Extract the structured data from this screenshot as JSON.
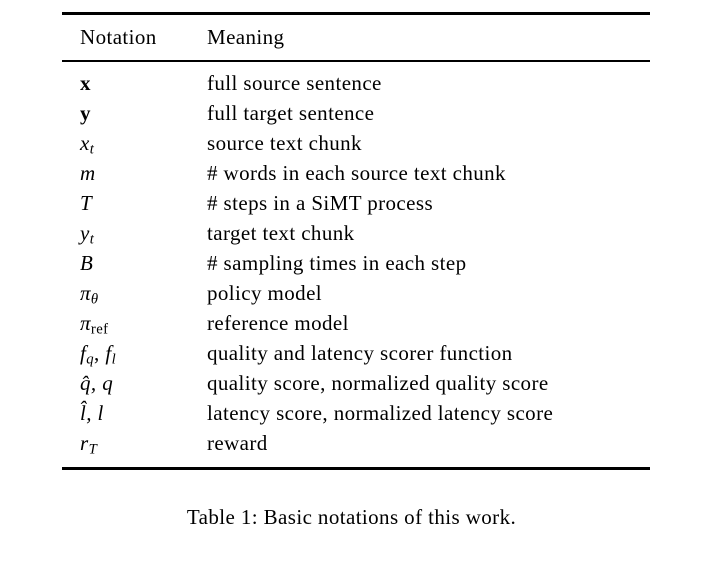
{
  "table": {
    "headers": {
      "notation": "Notation",
      "meaning": "Meaning"
    },
    "rows": [
      {
        "notation": [
          {
            "text": "x",
            "kind": "bold"
          }
        ],
        "meaning": "full source sentence"
      },
      {
        "notation": [
          {
            "text": "y",
            "kind": "bold"
          }
        ],
        "meaning": "full target sentence"
      },
      {
        "notation": [
          {
            "text": "x",
            "kind": "italic"
          },
          {
            "text": "t",
            "kind": "sub"
          }
        ],
        "meaning": "source text chunk"
      },
      {
        "notation": [
          {
            "text": "m",
            "kind": "italic"
          }
        ],
        "meaning": "# words in each source text chunk"
      },
      {
        "notation": [
          {
            "text": "T",
            "kind": "italic"
          }
        ],
        "meaning": "# steps in a SiMT process"
      },
      {
        "notation": [
          {
            "text": "y",
            "kind": "italic"
          },
          {
            "text": "t",
            "kind": "sub"
          }
        ],
        "meaning": "target text chunk"
      },
      {
        "notation": [
          {
            "text": "B",
            "kind": "italic"
          }
        ],
        "meaning": "# sampling times in each step"
      },
      {
        "notation": [
          {
            "text": "π",
            "kind": "italic"
          },
          {
            "text": "θ",
            "kind": "sub"
          }
        ],
        "meaning": "policy model"
      },
      {
        "notation": [
          {
            "text": "π",
            "kind": "italic"
          },
          {
            "text": "ref",
            "kind": "subup"
          }
        ],
        "meaning": "reference model"
      },
      {
        "notation": [
          {
            "text": "f",
            "kind": "italic"
          },
          {
            "text": "q",
            "kind": "sub"
          },
          {
            "text": ", ",
            "kind": "normal"
          },
          {
            "text": "f",
            "kind": "italic"
          },
          {
            "text": "l",
            "kind": "sub"
          }
        ],
        "meaning": "quality and latency scorer function"
      },
      {
        "notation": [
          {
            "text": "q̂, q",
            "kind": "italic"
          }
        ],
        "meaning": "quality score, normalized quality score"
      },
      {
        "notation": [
          {
            "text": "l̂, l",
            "kind": "italic"
          }
        ],
        "meaning": "latency score, normalized latency score"
      },
      {
        "notation": [
          {
            "text": "r",
            "kind": "italic"
          },
          {
            "text": "T",
            "kind": "sub"
          }
        ],
        "meaning": "reward"
      }
    ]
  },
  "caption": "Table 1: Basic notations of this work.",
  "colors": {
    "text": "#000000",
    "background": "#ffffff",
    "rule": "#000000"
  }
}
